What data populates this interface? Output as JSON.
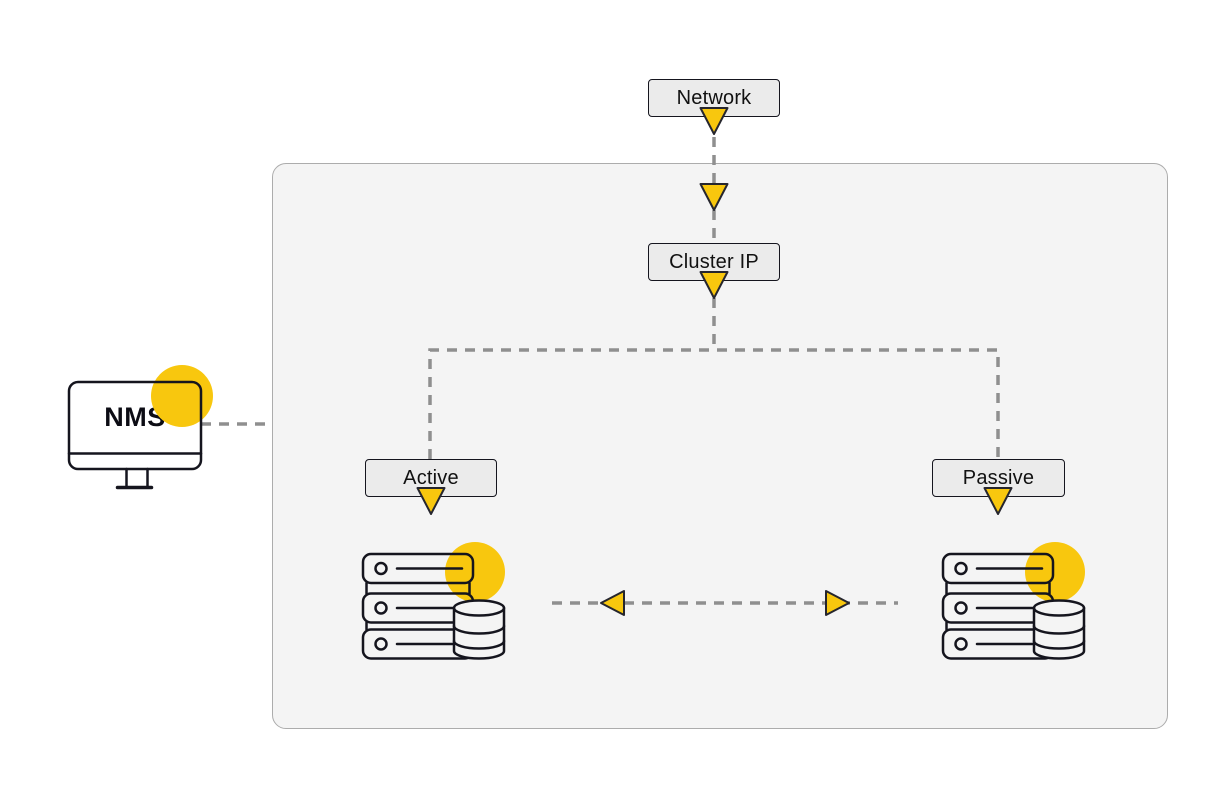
{
  "diagram": {
    "nodes": {
      "network": {
        "label": "Network"
      },
      "cluster_ip": {
        "label": "Cluster IP"
      },
      "active": {
        "label": "Active"
      },
      "passive": {
        "label": "Passive"
      },
      "nms": {
        "label": "NMS"
      }
    },
    "connections": [
      "Network -> Cluster IP (dashed, down arrows)",
      "Cluster IP -> Active (dashed)",
      "Cluster IP -> Passive (dashed)",
      "NMS -> cluster boundary (dashed)",
      "Active server <-> Passive server (dashed, bidirectional arrows)"
    ],
    "icons": {
      "nms": "monitor-icon",
      "active_node": "server-stack-database-icon",
      "passive_node": "server-stack-database-icon"
    }
  },
  "colors": {
    "accent_yellow": "#F8C70E",
    "stroke_dark": "#15151E",
    "dash_gray": "#8F8F8F",
    "node_fill": "#EBEBEB",
    "container_fill": "#F4F4F4",
    "container_border": "#ACACAC"
  }
}
